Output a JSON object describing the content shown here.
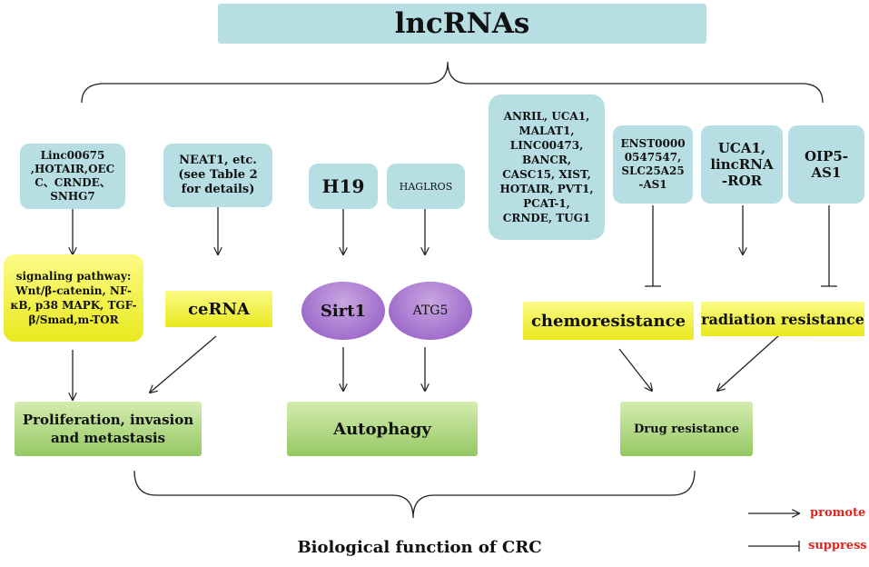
{
  "title": "lncRNAs",
  "nodes": {
    "linc00675": "Linc00675 ,HOTAIR,OEC C、CRNDE、 SNHG7",
    "neat1": "NEAT1, etc.(see Table 2 for details)",
    "h19": "H19",
    "haglros": "HAGLROS",
    "anril": "ANRIL, UCA1, MALAT1, LINC00473, BANCR, CASC15, XIST, HOTAIR, PVT1, PCAT-1, CRNDE, TUG1",
    "enst": "ENST0000 0547547, SLC25A25 -AS1",
    "uca1": "UCA1, lincRNA -ROR",
    "oip5": "OIP5- AS1",
    "signaling": "signaling pathway: Wnt/β-catenin, NF-κB, p38 MAPK, TGF-β/Smad,m-TOR",
    "cerna": "ceRNA",
    "sirt1": "Sirt1",
    "atg5": "ATG5",
    "chemoresistance": "chemoresistance",
    "radiation": "radiation resistance",
    "proliferation": "Proliferation, invasion and metastasis",
    "autophagy": "Autophagy",
    "drug_resistance": "Drug resistance"
  },
  "footer": "Biological function of CRC",
  "legend": {
    "promote": "promote",
    "suppress": "suppress",
    "color": "#e0261f"
  },
  "colors": {
    "teal": "#b7dfe3",
    "yellow": "#f2f24a",
    "green": "#a8d27a",
    "purple": "#a36fcf"
  }
}
